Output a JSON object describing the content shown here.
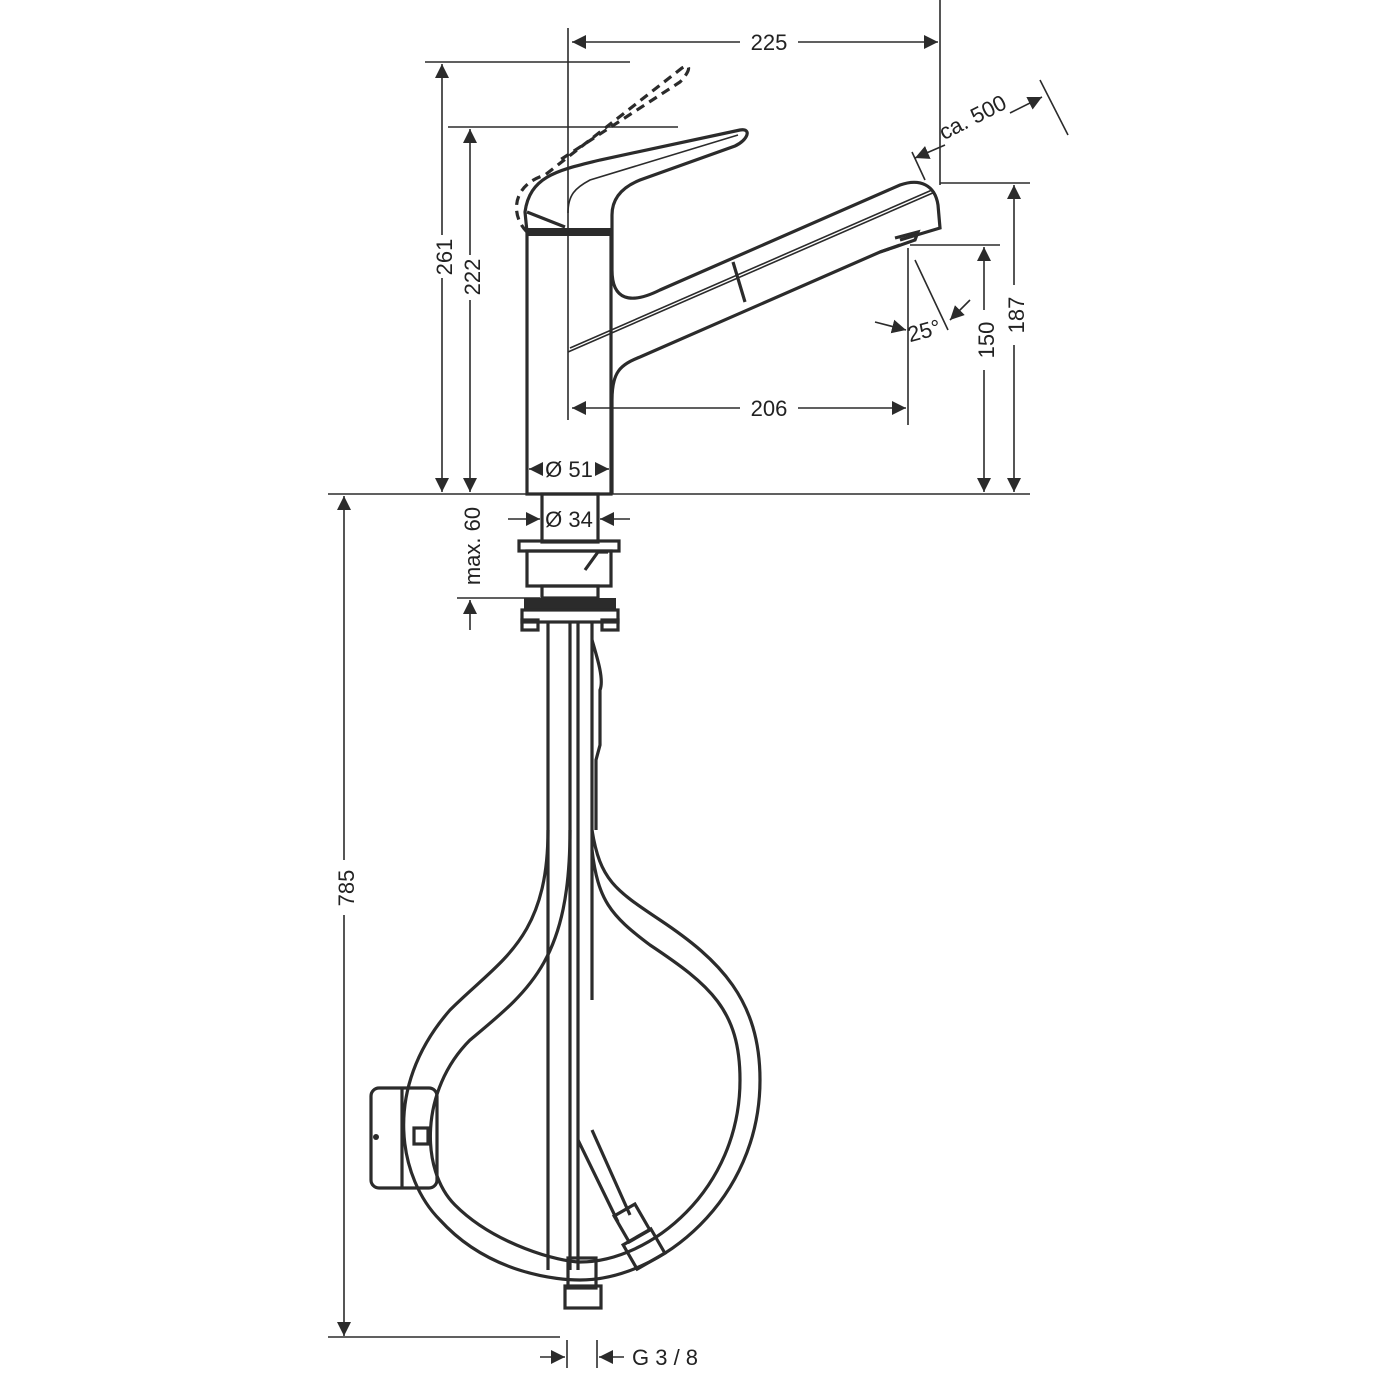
{
  "drawing": {
    "subject": "Single-lever kitchen mixer with pull-out spray",
    "dimensions": {
      "spout_reach": "225",
      "pullout_length": "ca. 500",
      "height_lever_open": "261",
      "height_lever_closed": "222",
      "spout_height_top": "187",
      "spout_outlet_height": "150",
      "spray_angle": "25°",
      "outlet_projection": "206",
      "body_diameter": "Ø 51",
      "shank_diameter": "Ø 34",
      "max_deck_thickness": "max. 60",
      "hose_length": "785",
      "connection_thread": "G 3 / 8"
    }
  }
}
